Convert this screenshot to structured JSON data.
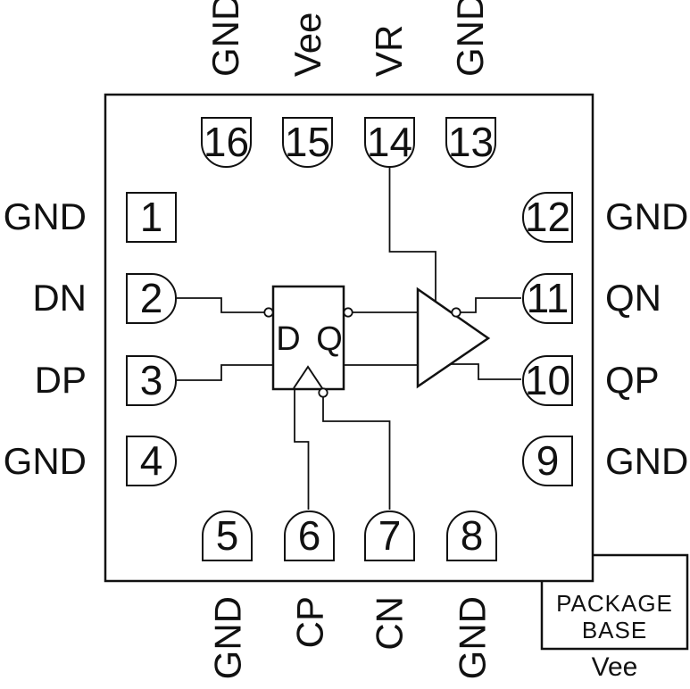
{
  "colors": {
    "line": "#111111",
    "background": "#ffffff",
    "text": "#111111"
  },
  "pins": [
    {
      "number": "1",
      "signal": "GND",
      "side": "left"
    },
    {
      "number": "2",
      "signal": "DN",
      "side": "left"
    },
    {
      "number": "3",
      "signal": "DP",
      "side": "left"
    },
    {
      "number": "4",
      "signal": "GND",
      "side": "left"
    },
    {
      "number": "5",
      "signal": "GND",
      "side": "bottom"
    },
    {
      "number": "6",
      "signal": "CP",
      "side": "bottom"
    },
    {
      "number": "7",
      "signal": "CN",
      "side": "bottom"
    },
    {
      "number": "8",
      "signal": "GND",
      "side": "bottom"
    },
    {
      "number": "9",
      "signal": "GND",
      "side": "right"
    },
    {
      "number": "10",
      "signal": "QP",
      "side": "right"
    },
    {
      "number": "11",
      "signal": "QN",
      "side": "right"
    },
    {
      "number": "12",
      "signal": "GND",
      "side": "right"
    },
    {
      "number": "13",
      "signal": "GND",
      "side": "top"
    },
    {
      "number": "14",
      "signal": "VR",
      "side": "top"
    },
    {
      "number": "15",
      "signal": "Vee",
      "side": "top"
    },
    {
      "number": "16",
      "signal": "GND",
      "side": "top"
    }
  ],
  "symbols": {
    "flip_flop": {
      "d_label": "D",
      "q_label": "Q"
    }
  },
  "package_base": {
    "line1": "PACKAGE",
    "line2": "BASE",
    "net": "Vee"
  }
}
